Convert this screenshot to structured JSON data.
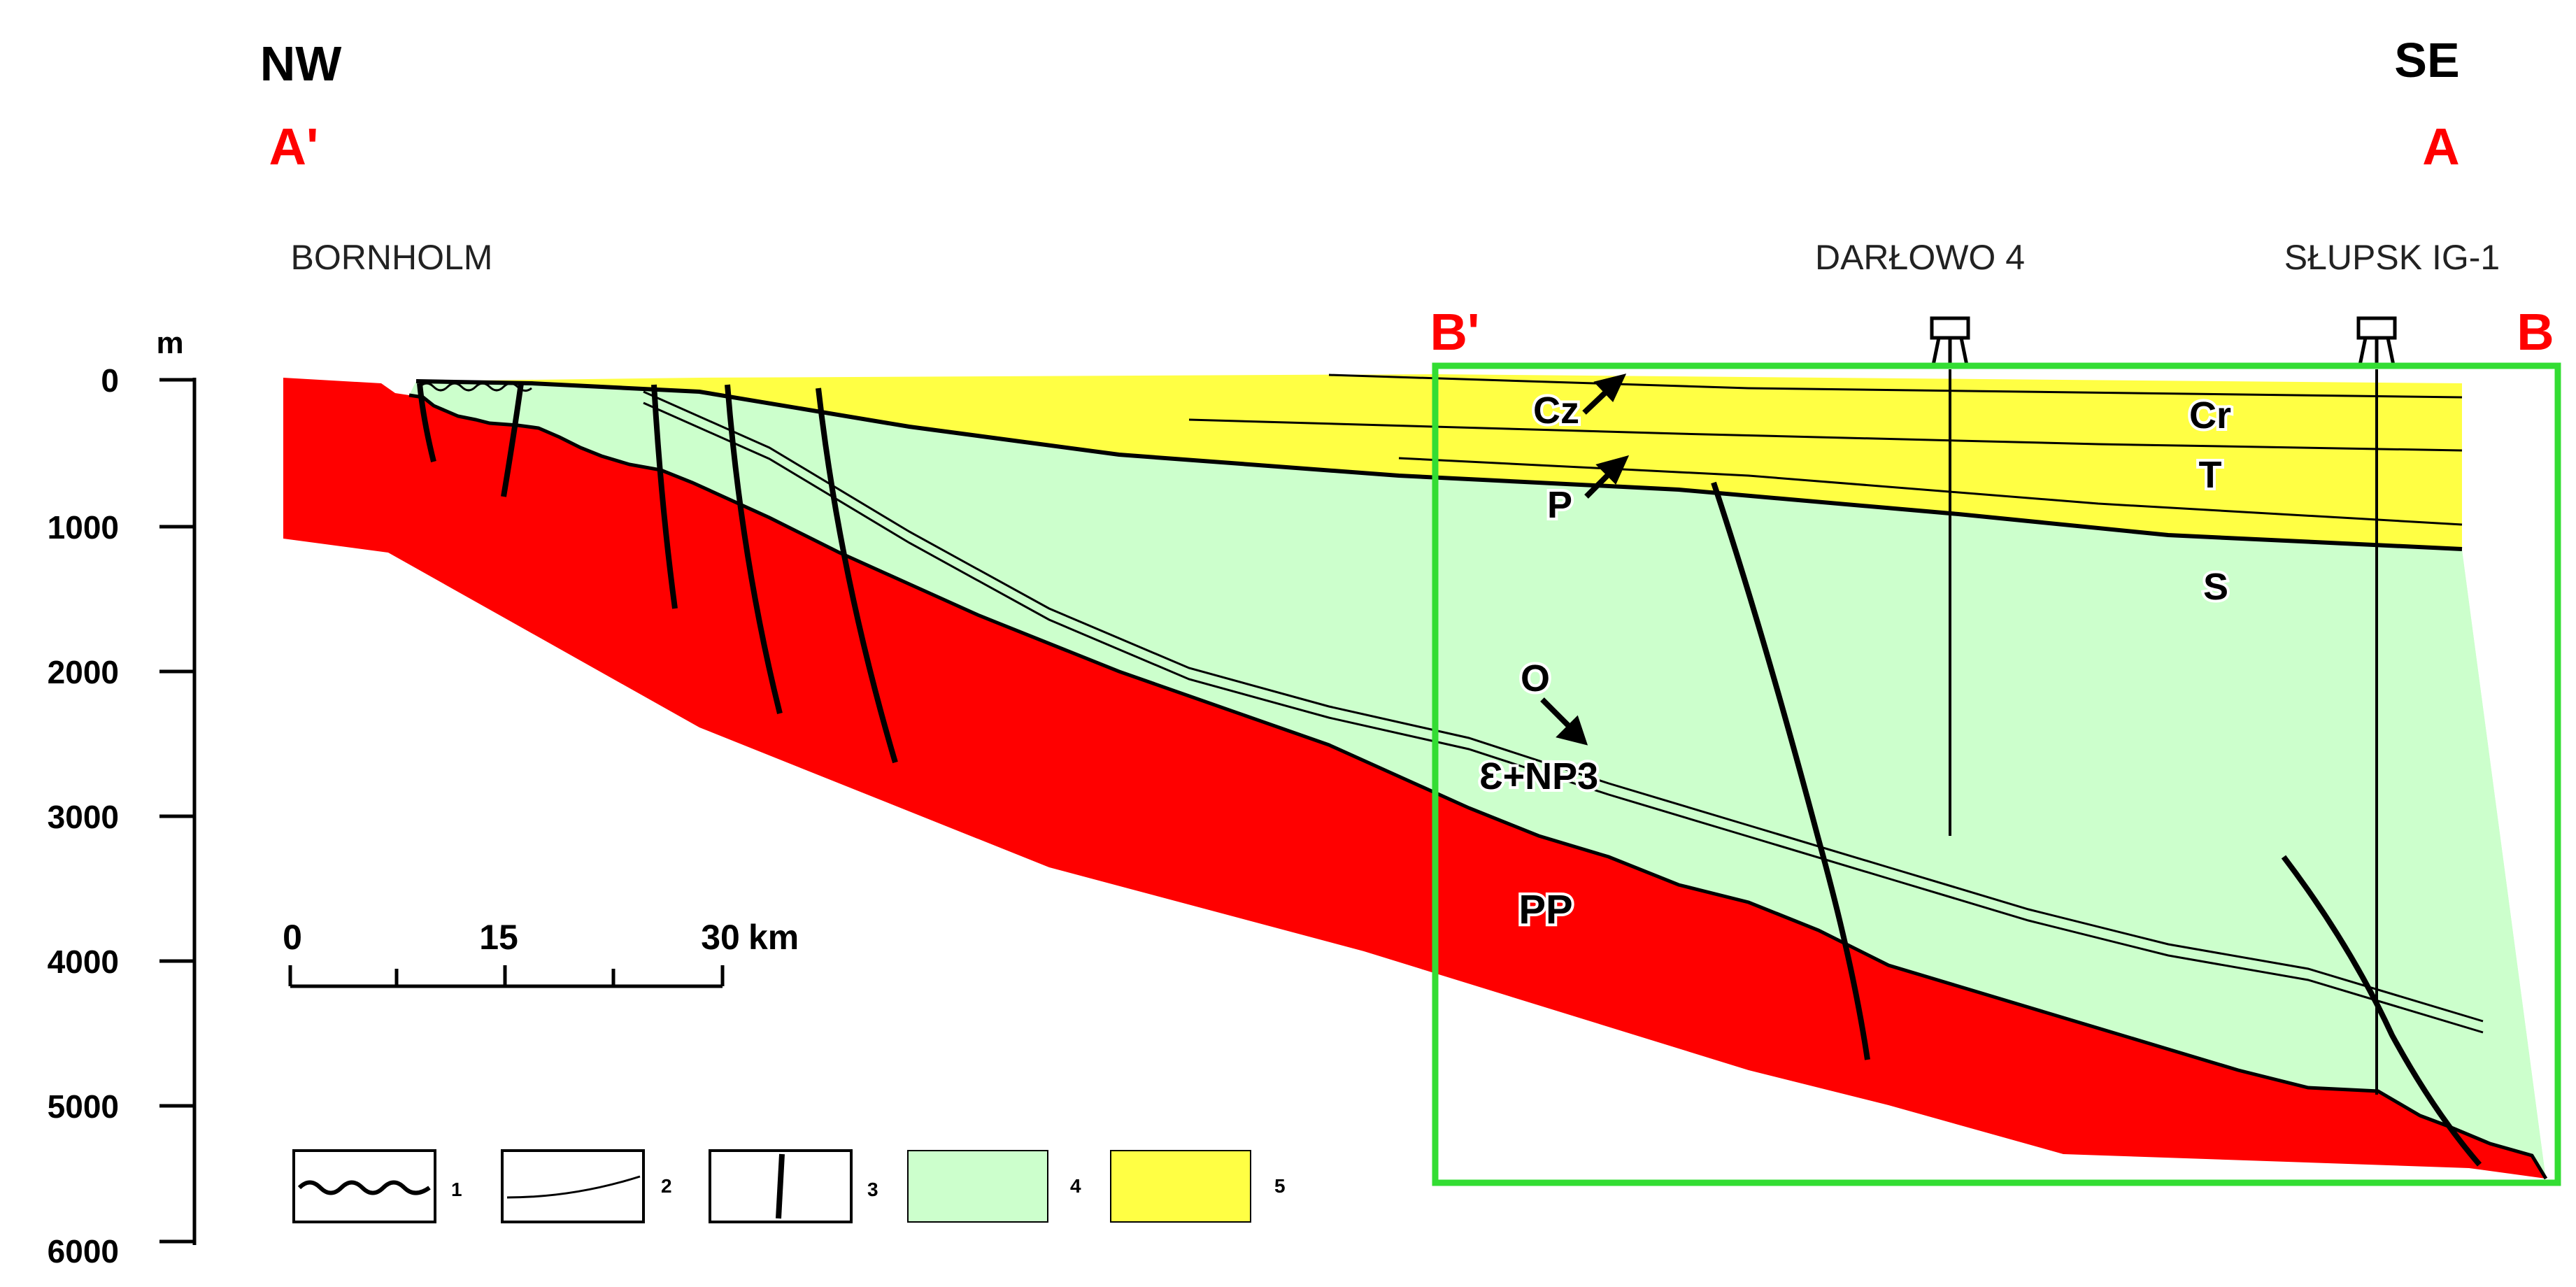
{
  "orientation": {
    "left": "NW",
    "right": "SE"
  },
  "section_labels": {
    "left": "A'",
    "right": "A",
    "inset_left": "B'",
    "inset_right": "B"
  },
  "locations": {
    "bornholm": "BORNHOLM",
    "darlowo": "DARŁOWO 4",
    "slupsk": "SŁUPSK IG-1"
  },
  "depth_axis": {
    "unit": "m",
    "ticks": [
      "0",
      "1000",
      "2000",
      "3000",
      "4000",
      "5000",
      "6000"
    ]
  },
  "units": {
    "cz": "Cz",
    "cr": "Cr",
    "t": "T",
    "p": "P",
    "s": "S",
    "o": "O",
    "cambrian": "Ɛ+NP3",
    "pp": "PP"
  },
  "scale_bar": {
    "ticks": [
      "0",
      "15",
      "30"
    ],
    "unit": "km"
  },
  "legend": [
    "1",
    "2",
    "3",
    "4",
    "5"
  ],
  "colors": {
    "basement": "#ff0000",
    "paleozoic": "#ccffcc",
    "cover": "#ffff44",
    "inset_frame": "#33dd33",
    "label_red": "#ff0000"
  }
}
